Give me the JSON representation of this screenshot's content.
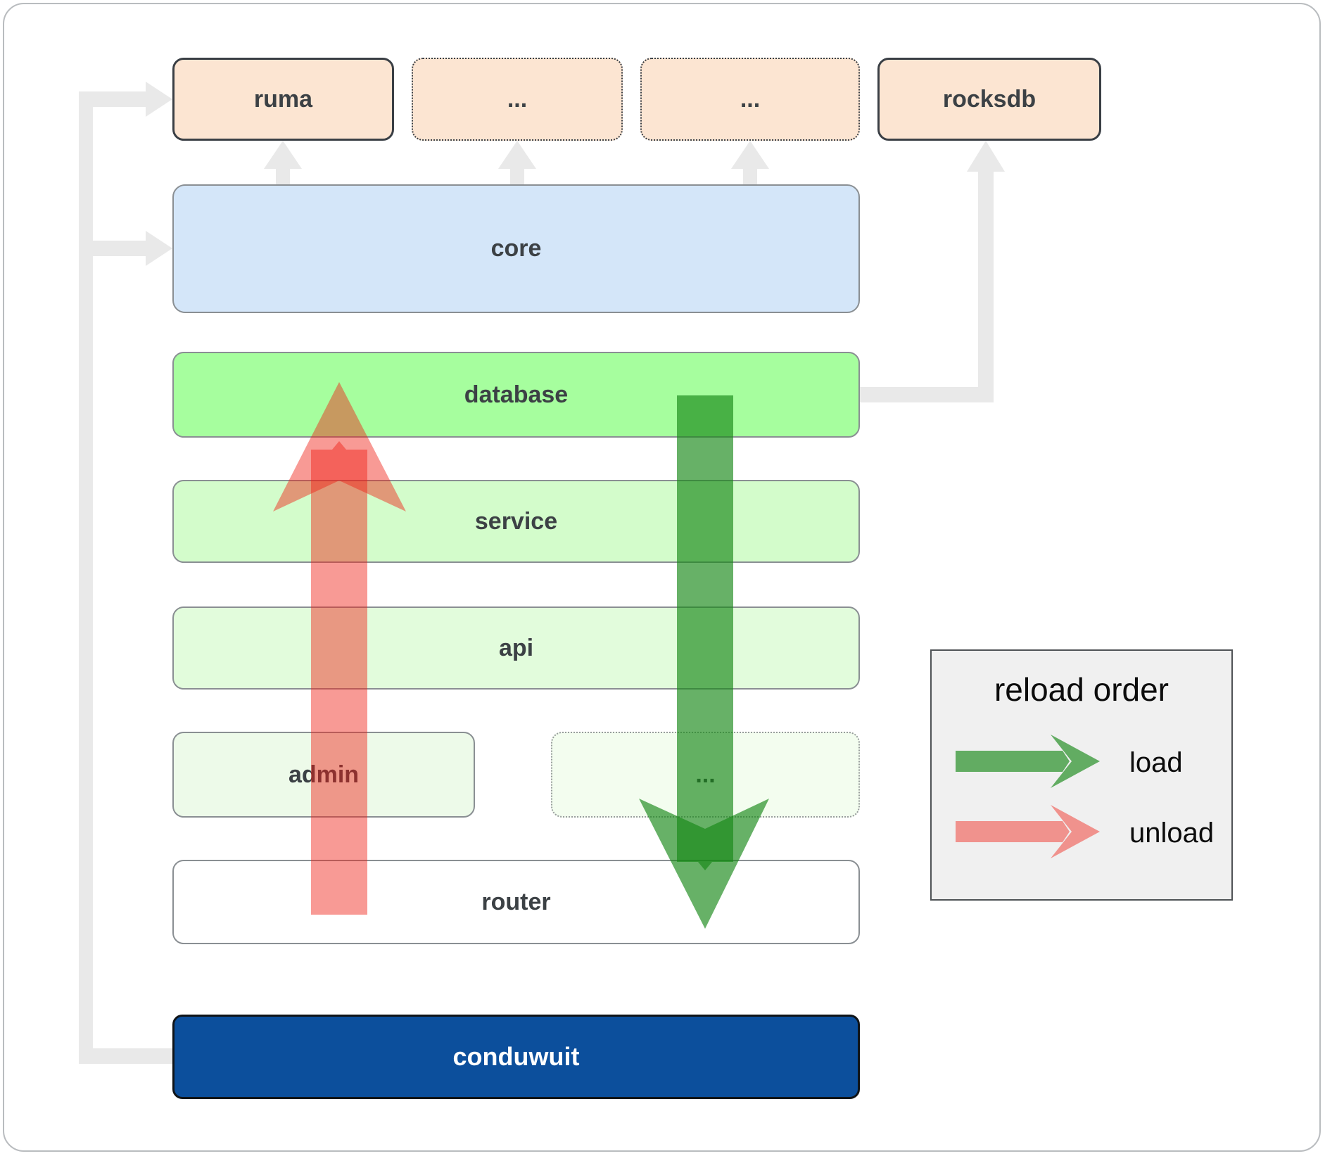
{
  "diagram": {
    "top_row": [
      {
        "label": "ruma"
      },
      {
        "label": "..."
      },
      {
        "label": "..."
      },
      {
        "label": "rocksdb"
      }
    ],
    "layers": {
      "core": "core",
      "database": "database",
      "service": "service",
      "api": "api",
      "admin": "admin",
      "admin_dots": "...",
      "router": "router",
      "conduwuit": "conduwuit"
    }
  },
  "legend": {
    "title": "reload order",
    "items": [
      {
        "label": "load",
        "color": "rgba(21,135,21,0.65)"
      },
      {
        "label": "unload",
        "color": "rgba(240,30,20,0.45)"
      }
    ]
  },
  "colors": {
    "peach": "#fce5d2",
    "core_blue": "#d4e6f9",
    "database_green": "#a6fe9e",
    "service_green": "#d3fccb",
    "api_green": "#e2fcdc",
    "admin_green": "#edfae9",
    "admin_dots_green": "#f3fdef",
    "router_white": "#ffffff",
    "conduwuit_blue": "#0c4f9c",
    "connector_gray": "#e9e9e9",
    "legend_bg": "#f0f0f0",
    "load_green": "rgba(21,135,21,0.65)",
    "unload_red": "rgba(240,30,20,0.45)"
  }
}
